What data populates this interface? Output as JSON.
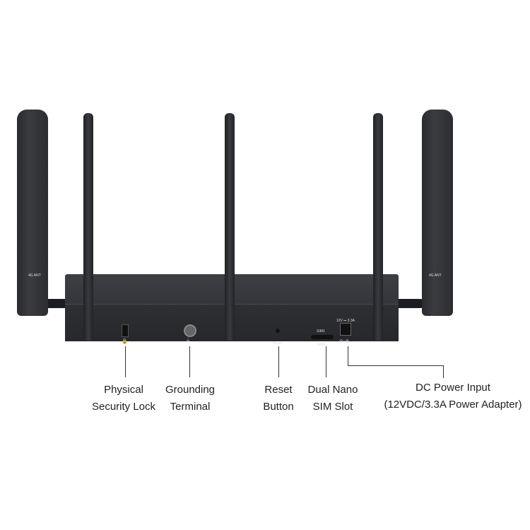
{
  "device": {
    "side_antenna_label": "4G ANT",
    "reset_label": "Reset",
    "sim1_label": "SIM1",
    "sim2_label": "SIM2",
    "power_rating": "12V ⎓ 3.3A"
  },
  "callouts": [
    {
      "line1": "Physical",
      "line2": "Security Lock"
    },
    {
      "line1": "Grounding",
      "line2": "Terminal"
    },
    {
      "line1": "Reset",
      "line2": "Button"
    },
    {
      "line1": "Dual Nano",
      "line2": "SIM Slot"
    },
    {
      "line1": "DC Power Input",
      "line2": "(12VDC/3.3A Power Adapter)"
    }
  ]
}
